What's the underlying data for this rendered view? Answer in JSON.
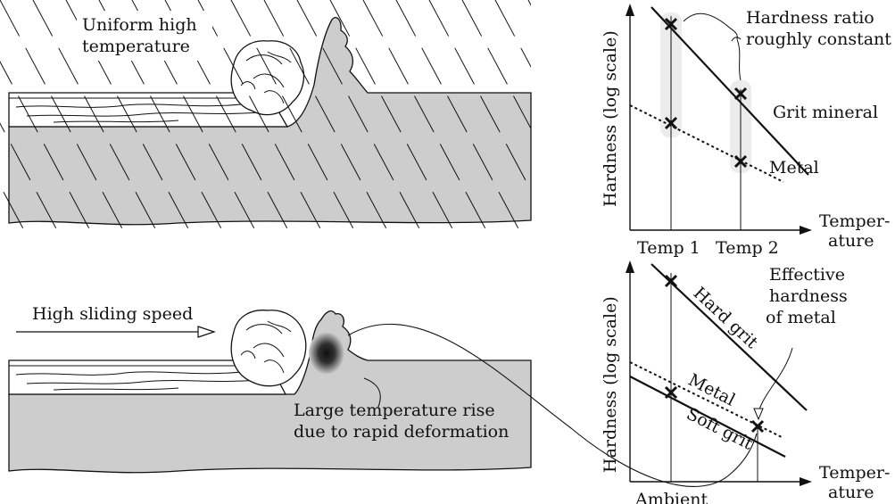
{
  "colors": {
    "ink": "#111111",
    "material_fill": "#cdcdcd",
    "band_fill": "#ececec",
    "hot_spot": "#303030",
    "background": "#ffffff"
  },
  "top_scene": {
    "label_line1": "Uniform high",
    "label_line2": "temperature"
  },
  "bottom_scene": {
    "speed_label": "High sliding speed",
    "rise_line1": "Large temperature rise",
    "rise_line2": "due to rapid deformation"
  },
  "top_chart": {
    "y_axis_label": "Hardness (log scale)",
    "x_axis_label_line1": "Temper-",
    "x_axis_label_line2": "ature",
    "tick1": "Temp 1",
    "tick2": "Temp 2",
    "ratio_line1": "Hardness ratio",
    "ratio_line2": "roughly constant",
    "grit_label": "Grit mineral",
    "metal_label": "Metal"
  },
  "bottom_chart": {
    "y_axis_label": "Hardness (log scale)",
    "x_axis_label_line1": "Temper-",
    "x_axis_label_line2": "ature",
    "tick_ambient": "Ambient",
    "effective_line1": "Effective",
    "effective_line2": "hardness",
    "effective_line3": "of metal",
    "hard_grit_label": "Hard grit",
    "metal_label": "Metal",
    "soft_grit_label": "Soft grit"
  }
}
